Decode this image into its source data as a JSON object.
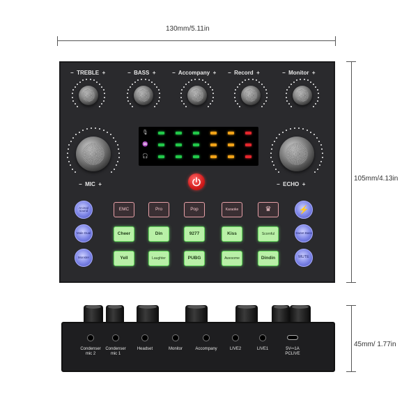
{
  "dimensions": {
    "width": "130mm/5.11in",
    "height": "105mm/4.13in",
    "depth": "45mm/ 1.77in"
  },
  "knobs": [
    {
      "name": "TREBLE",
      "minus": "−",
      "plus": "+"
    },
    {
      "name": "BASS",
      "minus": "−",
      "plus": "+"
    },
    {
      "name": "Accompany",
      "minus": "−",
      "plus": "+"
    },
    {
      "name": "Record",
      "minus": "−",
      "plus": "+"
    },
    {
      "name": "Monitor",
      "minus": "−",
      "plus": "+"
    }
  ],
  "big_knobs": [
    {
      "name": "MIC",
      "minus": "−",
      "plus": "+"
    },
    {
      "name": "ECHO",
      "minus": "−",
      "plus": "+"
    }
  ],
  "meter": {
    "icons": [
      "mic-icon",
      "waveform-icon",
      "headphone-icon"
    ],
    "colors": [
      "#22c94a",
      "#22c94a",
      "#22c94a",
      "#f2a317",
      "#f2a317",
      "#e5262c"
    ]
  },
  "pads": {
    "row1": [
      "EMC",
      "Pro",
      "Pop",
      "Karaoke",
      ""
    ],
    "row2": [
      "Cheer",
      "Din",
      "9277",
      "Kiss",
      "Scornful"
    ],
    "row3": [
      "Yell",
      "Laughter",
      "PUBG",
      "Awesome",
      "Dindin"
    ]
  },
  "side_buttons": {
    "left": [
      "Animal sound",
      "Male Dual",
      "Monster"
    ],
    "right": [
      "",
      "Sweet Bass",
      "MUTE"
    ]
  },
  "ports": [
    {
      "label": "Condenser\nmic 2"
    },
    {
      "label": "Condenser\nmic 1"
    },
    {
      "label": "Headset"
    },
    {
      "label": "Monitor"
    },
    {
      "label": "Accompany"
    },
    {
      "label": "LIVE2"
    },
    {
      "label": "LIVE1"
    },
    {
      "label": "5V⎓1A\nPCLIVE"
    }
  ]
}
